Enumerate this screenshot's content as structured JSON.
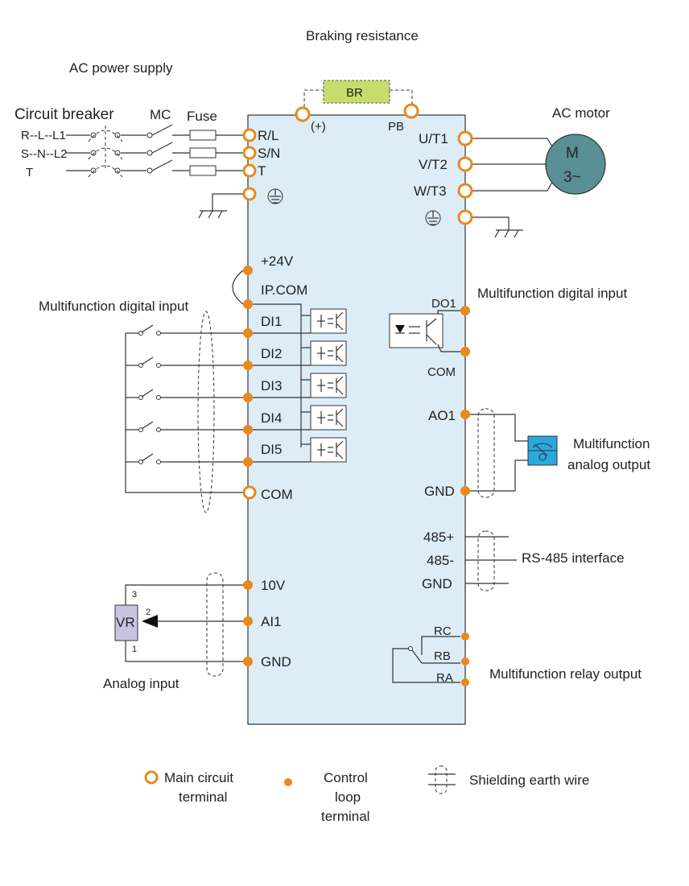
{
  "labels": {
    "braking_resistance": "Braking resistance",
    "ac_power_supply": "AC power supply",
    "circuit_breaker": "Circuit breaker",
    "mc": "MC",
    "fuse": "Fuse",
    "br": "BR",
    "plus": "(+)",
    "pb": "PB",
    "ac_motor": "AC motor",
    "motor_m": "M",
    "motor_phase": "3~",
    "multifunction_digital_input_left": "Multifunction digital input",
    "multifunction_digital_input_right": "Multifunction digital input",
    "multifunction_analog_output_1": "Multifunction",
    "multifunction_analog_output_2": "analog output",
    "rs485_interface": "RS-485 interface",
    "multifunction_relay_output": "Multifunction relay output",
    "analog_input": "Analog input",
    "vr": "VR",
    "vr_pin_3": "3",
    "vr_pin_2": "2",
    "vr_pin_1": "1"
  },
  "supply_lines": [
    "R--L--L1",
    "S--N--L2",
    "T"
  ],
  "main_terminals_left": [
    "R/L",
    "S/N",
    "T"
  ],
  "main_terminals_right": [
    "U/T1",
    "V/T2",
    "W/T3"
  ],
  "control_terminals_left": {
    "plus24": "+24V",
    "ipcom": "IP.COM",
    "inputs": [
      "DI1",
      "DI2",
      "DI3",
      "DI4",
      "DI5"
    ],
    "com": "COM",
    "v10": "10V",
    "ai1": "AI1",
    "gnd": "GND"
  },
  "control_terminals_right": {
    "do1": "DO1",
    "com": "COM",
    "ao1": "AO1",
    "gnd_ao": "GND",
    "rs485_plus": "485+",
    "rs485_minus": "485-",
    "gnd_485": "GND",
    "rc": "RC",
    "rb": "RB",
    "ra": "RA"
  },
  "legend": {
    "main_circuit_1": "Main circuit",
    "main_circuit_2": "terminal",
    "control_1": "Control",
    "control_2": "loop",
    "control_3": "terminal",
    "shield": "Shielding earth wire"
  },
  "colors": {
    "inverter_body": "#dcedf7",
    "terminal": "#e8891c",
    "motor": "#5a8f95",
    "braking_resistor": "#c6dc6b",
    "vr_box": "#c9c3e0",
    "meter_box": "#2aa8df"
  }
}
